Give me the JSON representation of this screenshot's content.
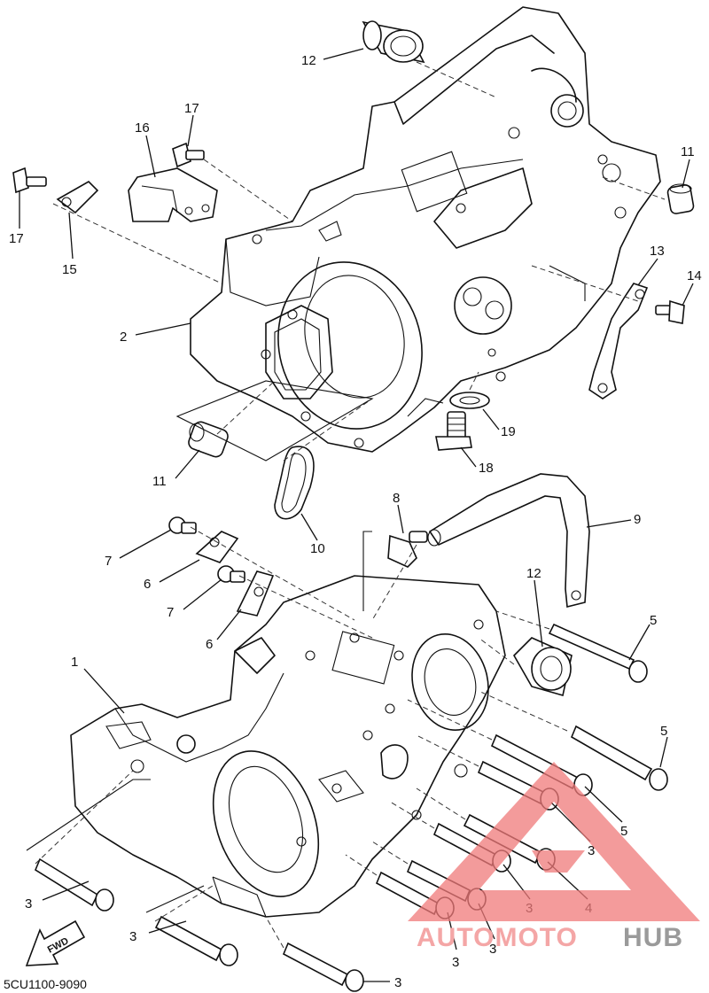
{
  "diagram_code": "5CU1100-9090",
  "fwd_label": "FWD",
  "watermark": {
    "left": "AUTOMOTO",
    "right": "HUB",
    "color_left": "#f4a6a6",
    "color_right": "#9a9a9a",
    "logo_color": "#f07a7a"
  },
  "callouts": [
    {
      "id": "c-12a",
      "text": "12"
    },
    {
      "id": "c-17a",
      "text": "17"
    },
    {
      "id": "c-16",
      "text": "16"
    },
    {
      "id": "c-17b",
      "text": "17"
    },
    {
      "id": "c-15",
      "text": "15"
    },
    {
      "id": "c-11a",
      "text": "11"
    },
    {
      "id": "c-13",
      "text": "13"
    },
    {
      "id": "c-14",
      "text": "14"
    },
    {
      "id": "c-2",
      "text": "2"
    },
    {
      "id": "c-19",
      "text": "19"
    },
    {
      "id": "c-18",
      "text": "18"
    },
    {
      "id": "c-11b",
      "text": "11"
    },
    {
      "id": "c-10",
      "text": "10"
    },
    {
      "id": "c-8",
      "text": "8"
    },
    {
      "id": "c-9",
      "text": "9"
    },
    {
      "id": "c-7a",
      "text": "7"
    },
    {
      "id": "c-6a",
      "text": "6"
    },
    {
      "id": "c-12b",
      "text": "12"
    },
    {
      "id": "c-7b",
      "text": "7"
    },
    {
      "id": "c-6b",
      "text": "6"
    },
    {
      "id": "c-5a",
      "text": "5"
    },
    {
      "id": "c-1",
      "text": "1"
    },
    {
      "id": "c-5b",
      "text": "5"
    },
    {
      "id": "c-5c",
      "text": "5"
    },
    {
      "id": "c-3a",
      "text": "3"
    },
    {
      "id": "c-3b",
      "text": "3"
    },
    {
      "id": "c-4",
      "text": "4"
    },
    {
      "id": "c-3c",
      "text": "3"
    },
    {
      "id": "c-3d",
      "text": "3"
    },
    {
      "id": "c-3e",
      "text": "3"
    },
    {
      "id": "c-3f",
      "text": "3"
    },
    {
      "id": "c-3g",
      "text": "3"
    }
  ]
}
